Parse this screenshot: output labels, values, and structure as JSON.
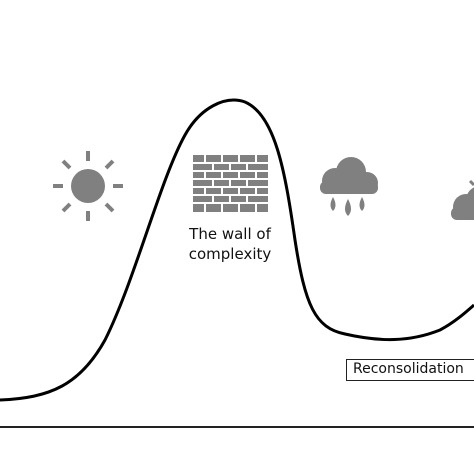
{
  "diagram": {
    "wall_label_line1": "The wall of",
    "wall_label_line2": "complexity",
    "phase_label": "Reconsolidation",
    "icons": [
      "sun-icon",
      "brick-wall-icon",
      "rain-cloud-icon",
      "cloud-sun-icon"
    ],
    "colors": {
      "curve": "#000000",
      "icon": "#808080",
      "axis": "#222222"
    }
  }
}
